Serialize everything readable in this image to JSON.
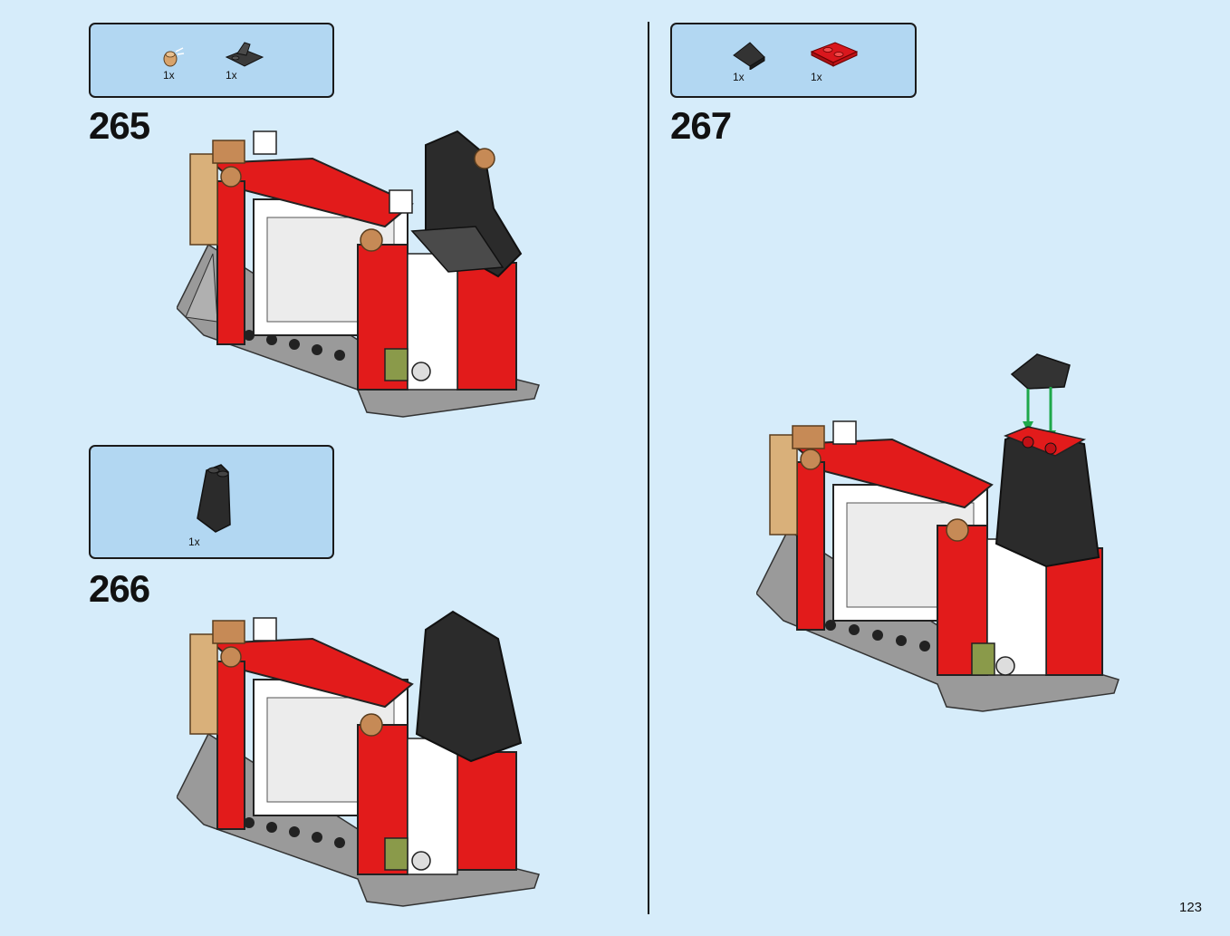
{
  "page": {
    "number": "123"
  },
  "steps": [
    {
      "number": "265",
      "parts": [
        {
          "qty": "1x",
          "icon": "tan-round-stud-with-pin-icon",
          "color": "#d8a36b"
        },
        {
          "qty": "1x",
          "icon": "black-bracket-plate-icon",
          "color": "#2f2f2f"
        }
      ]
    },
    {
      "number": "266",
      "parts": [
        {
          "qty": "1x",
          "icon": "black-slope-brick-icon",
          "color": "#2b2b2b"
        }
      ]
    },
    {
      "number": "267",
      "parts": [
        {
          "qty": "1x",
          "icon": "black-slope-tile-icon",
          "color": "#333333"
        },
        {
          "qty": "1x",
          "icon": "red-plate-1x2-icon",
          "color": "#d9171d"
        }
      ]
    }
  ],
  "colors": {
    "background": "#d6ecfa",
    "parts_box": "#b2d7f2",
    "brick_red": "#e21b1b",
    "arrow_green": "#1ea84a"
  }
}
